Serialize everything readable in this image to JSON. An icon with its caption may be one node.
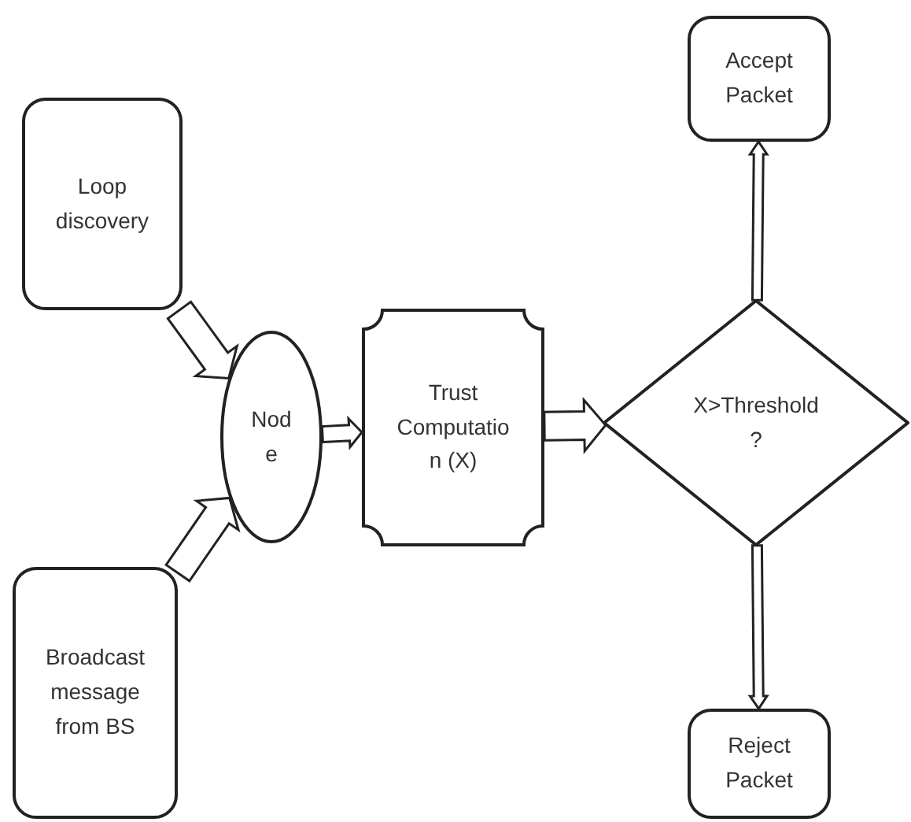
{
  "diagram": {
    "nodes": [
      {
        "text": [
          "Loop discovery"
        ]
      },
      {
        "text": [
          "Broadcast message from BS"
        ]
      },
      {
        "text": [
          "Node"
        ]
      },
      {
        "text": [
          "Trust Computation (X)"
        ]
      },
      {
        "text": [
          "X>Threshold ?"
        ]
      },
      {
        "text": [
          "Accept Packet"
        ]
      },
      {
        "text": [
          "Reject Packet"
        ]
      }
    ],
    "edges": [
      {
        "from": 0,
        "to": 2,
        "arrow": "to"
      },
      {
        "from": 1,
        "to": 2,
        "arrow": "to"
      },
      {
        "from": 2,
        "to": 3,
        "arrow": "to"
      },
      {
        "from": 3,
        "to": 4,
        "arrow": "to"
      },
      {
        "from": 4,
        "to": 5,
        "arrow": "to"
      },
      {
        "from": 4,
        "to": 6,
        "arrow": "to"
      }
    ]
  }
}
